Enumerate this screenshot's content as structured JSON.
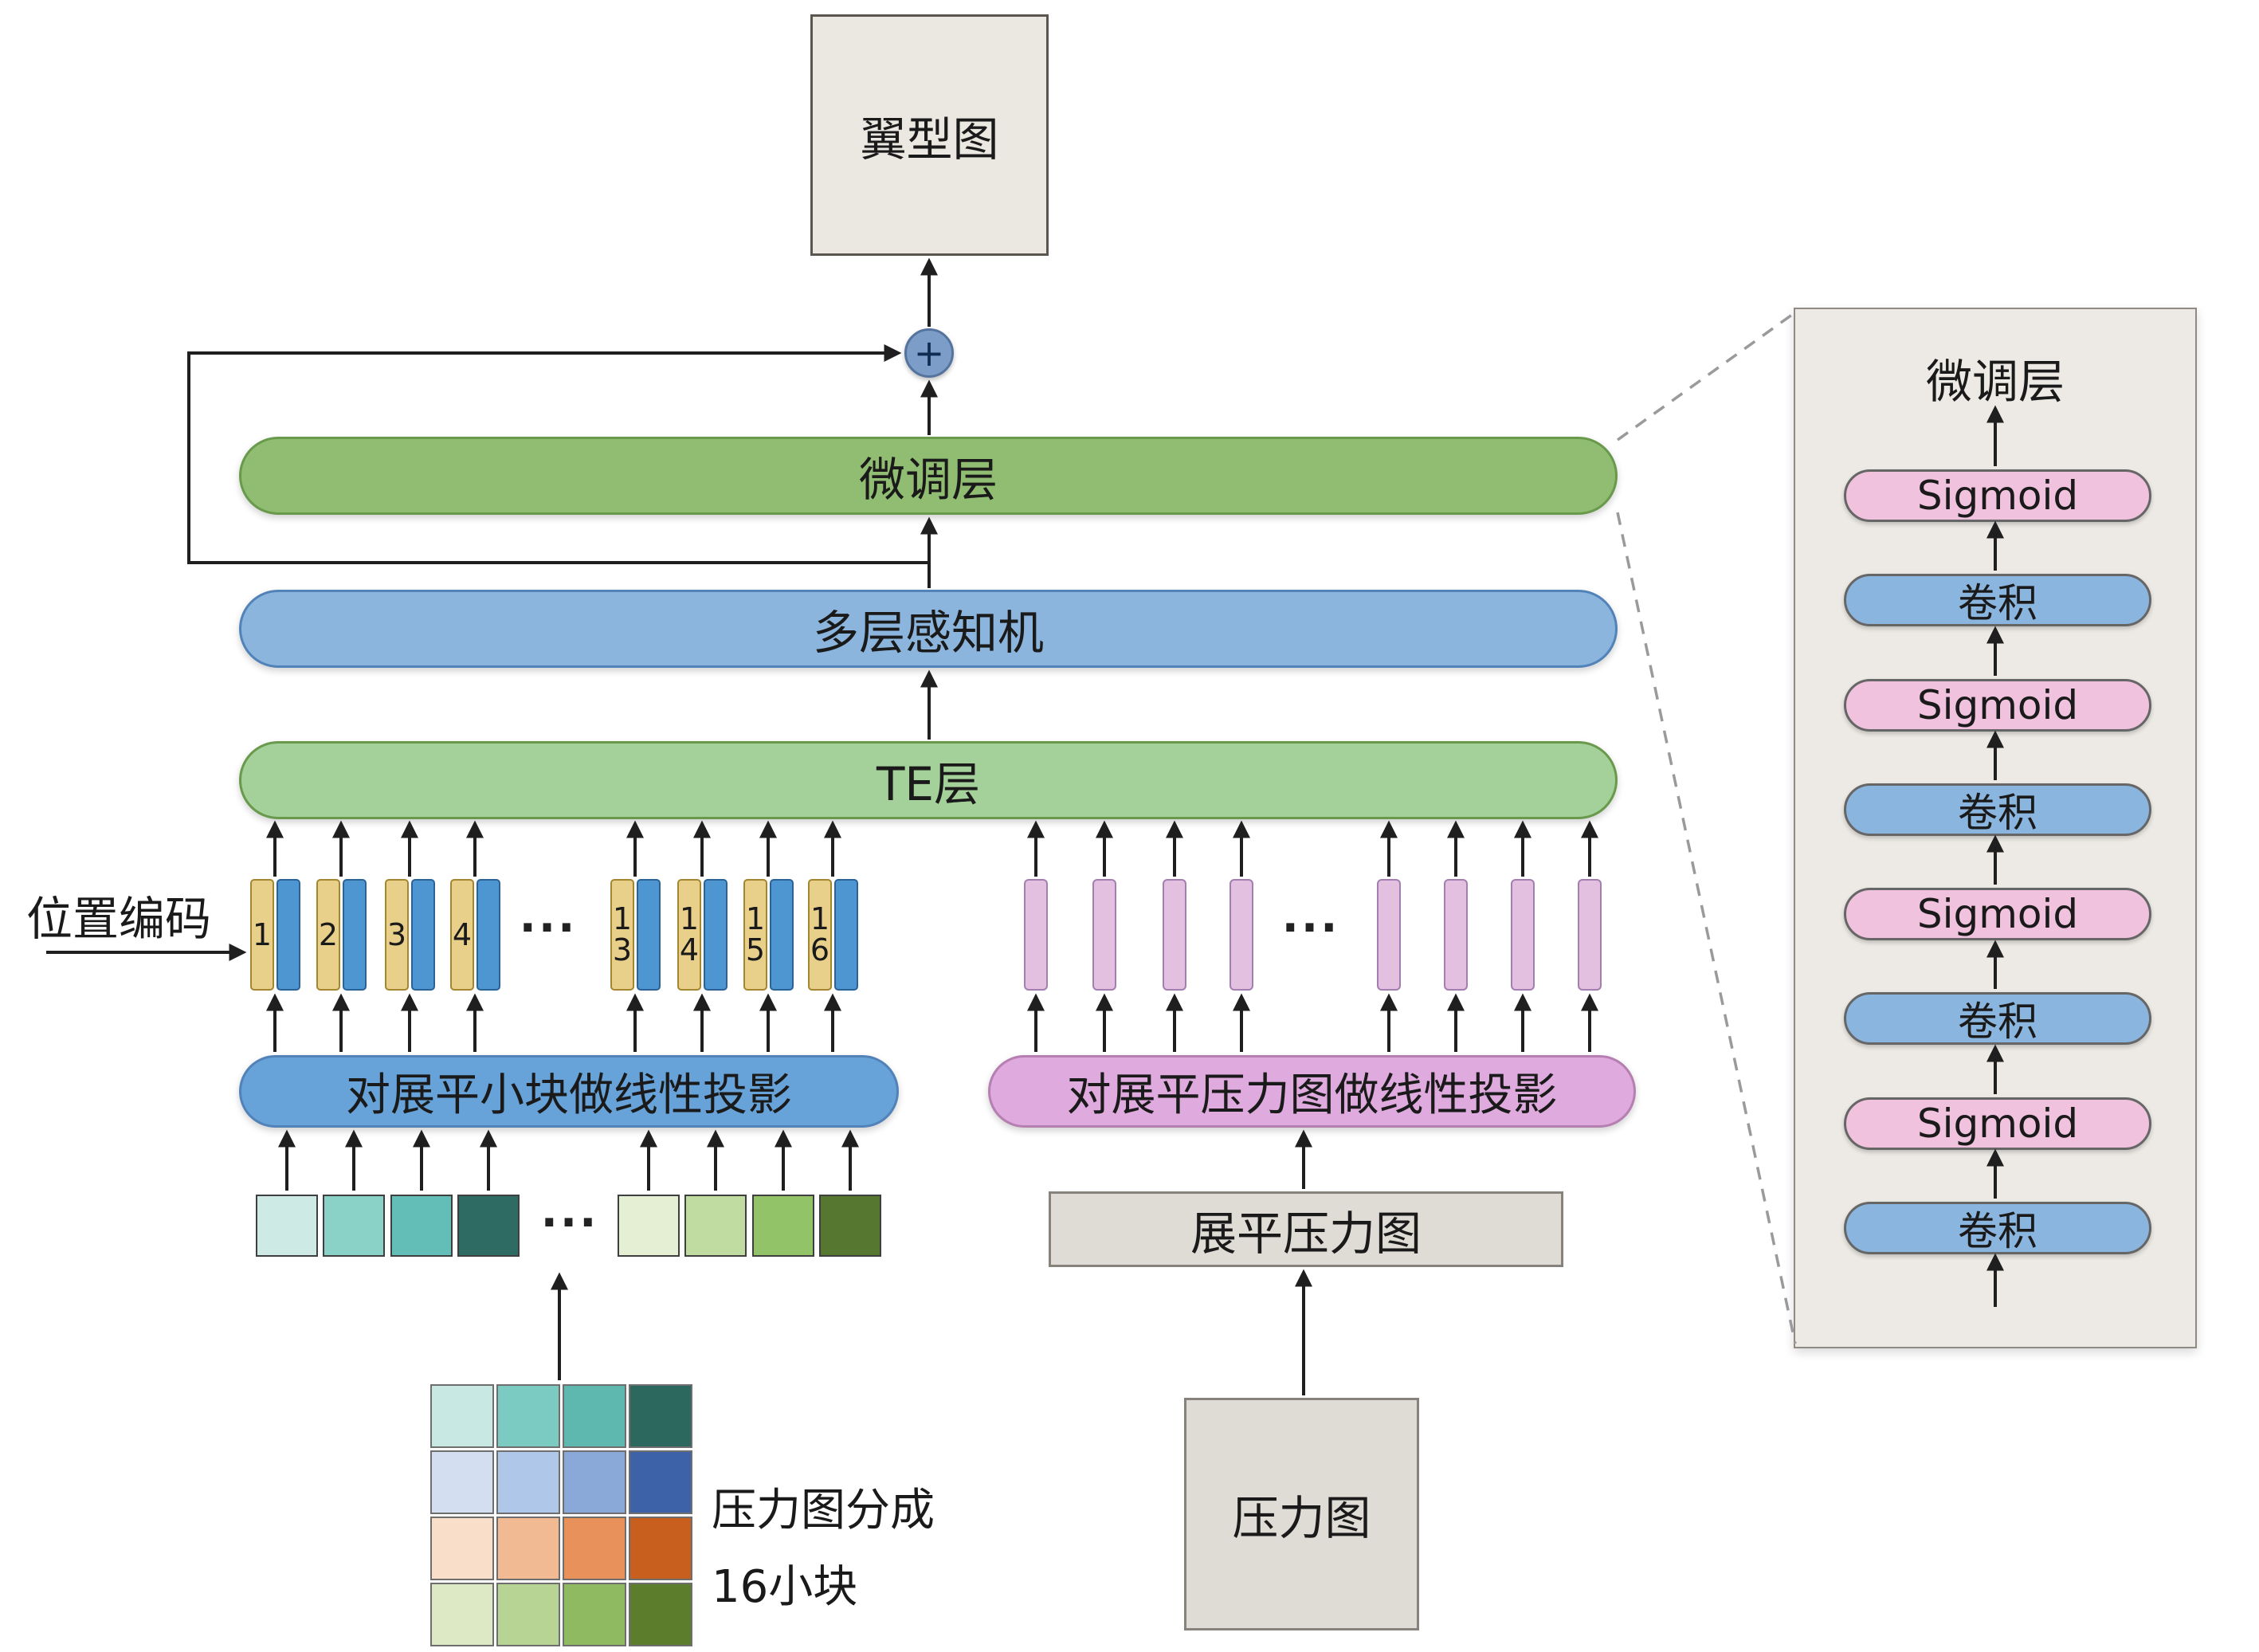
{
  "output": {
    "label": "翼型图"
  },
  "add_node": {
    "symbol": "+"
  },
  "bars": {
    "finetune": "微调层",
    "mlp": "多层感知机",
    "te": "TE层",
    "patch_projection": "对展平小块做线性投影",
    "pressure_projection": "对展平压力图做线性投影"
  },
  "position_encoding": "位置编码",
  "tokens": {
    "numbered": [
      "1",
      "2",
      "3",
      "4",
      "13",
      "14",
      "15",
      "16"
    ],
    "ellipsis": "···"
  },
  "patches": {
    "ellipsis": "···",
    "left_colors": [
      "#cdeae5",
      "#8ad1c8",
      "#62beb6",
      "#2e6b62"
    ],
    "right_colors": [
      "#e5efd3",
      "#c0dca1",
      "#93c368",
      "#55772f"
    ]
  },
  "flatten_pressure_box": "展平压力图",
  "pressure_map_box": "压力图",
  "grid_caption": {
    "line1": "压力图分成",
    "line2": "16小块"
  },
  "grid_colors": [
    [
      "#c8e9e3",
      "#7ccbc3",
      "#5fb8b0",
      "#2d685f"
    ],
    [
      "#d3dff0",
      "#afc7e8",
      "#8ba9d8",
      "#3d62a8"
    ],
    [
      "#f9dec9",
      "#f2ba92",
      "#e8915a",
      "#c95f1f"
    ],
    [
      "#dce9c4",
      "#b8d494",
      "#90ba62",
      "#5c7e2c"
    ]
  ],
  "panel": {
    "title": "微调层",
    "layers": [
      {
        "label": "Sigmoid"
      },
      {
        "label": "卷积"
      },
      {
        "label": "Sigmoid"
      },
      {
        "label": "卷积"
      },
      {
        "label": "Sigmoid"
      },
      {
        "label": "卷积"
      },
      {
        "label": "Sigmoid"
      },
      {
        "label": "卷积"
      }
    ]
  },
  "colors": {
    "finetune_bar": "#90bd72",
    "te_bar": "#a4d099",
    "mlp_bar": "#8cb5de",
    "patch_projection_bar": "#67a2d8",
    "pressure_projection_bar": "#dfaade",
    "sigmoid_pill": "#f0c2dd",
    "conv_pill": "#8ab5de",
    "token_yellow": "#e9d08a",
    "token_blue": "#4e96d2",
    "token_pink": "#e3bfe0",
    "add_node_fill": "#7c9dc8",
    "gray_box": "#dfdbd5",
    "output_box": "#ebe7e1",
    "panel_bg": "#edeae5"
  }
}
